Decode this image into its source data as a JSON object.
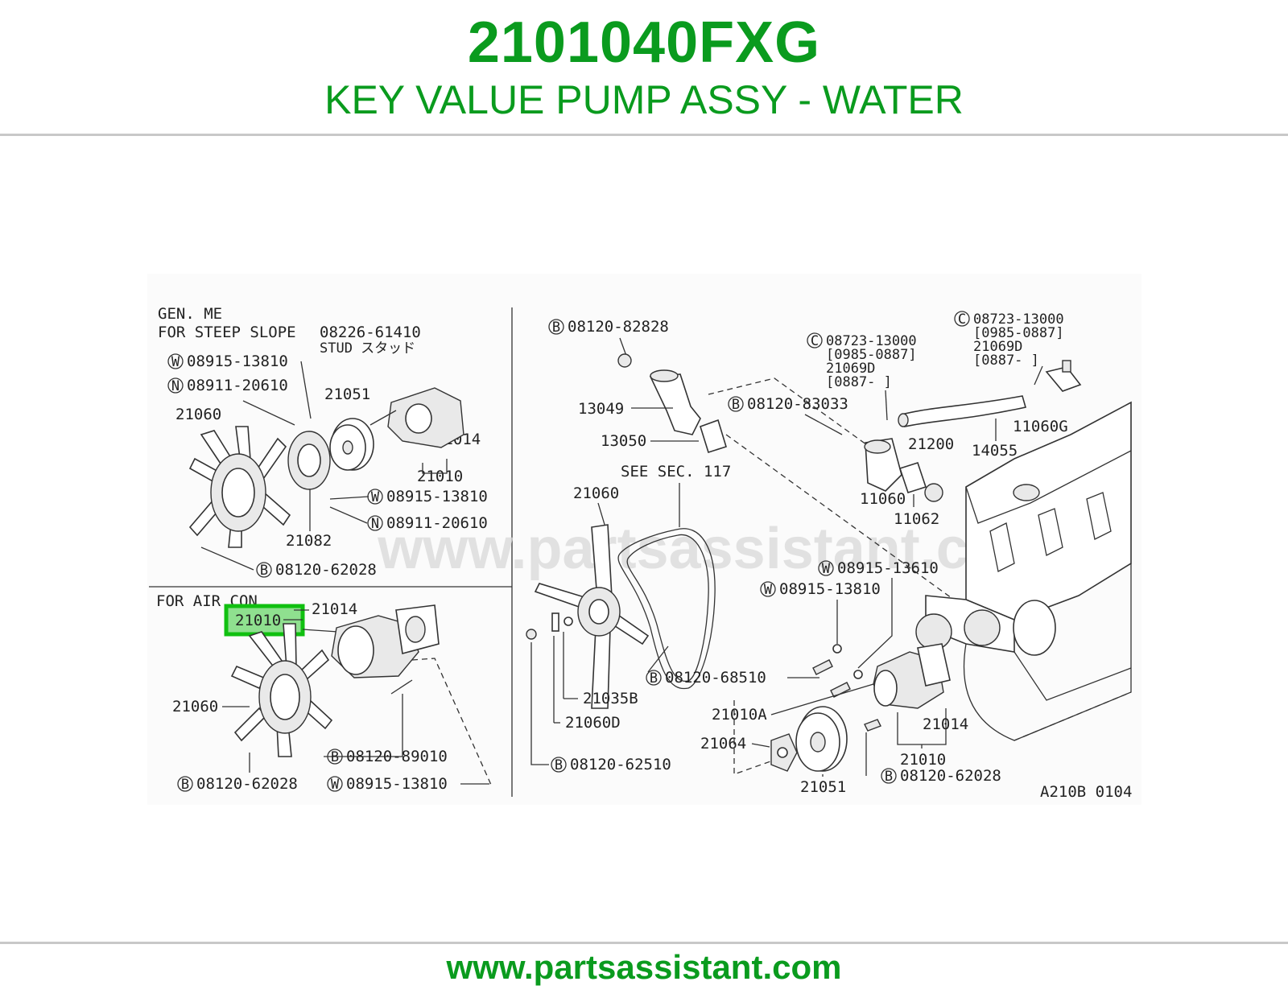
{
  "header": {
    "part_number": "2101040FXG",
    "part_name": "KEY VALUE PUMP ASSY - WATER"
  },
  "footer": {
    "url": "www.partsassistant.com"
  },
  "diagram": {
    "watermark": "www.partsassistant.com",
    "drawing_code": "A210B 0104",
    "highlighted_part": "21010",
    "panel_topleft": {
      "note1": "GEN. ME",
      "note2": "FOR STEEP SLOPE",
      "stud_part": "08226-61410",
      "stud_note": "STUD スタッド",
      "labels": {
        "w_13810_a": "08915-13810",
        "n_20610_a": "08911-20610",
        "p21051": "21051",
        "p21060": "21060",
        "p21014": "21014",
        "p21010": "21010",
        "w_13810_b": "08915-13810",
        "n_20610_b": "08911-20610",
        "p21082": "21082",
        "b_62028": "08120-62028"
      }
    },
    "panel_bottomleft": {
      "note": "FOR AIR CON",
      "labels": {
        "p21014": "21014",
        "p21060": "21060",
        "b_89010": "08120-89010",
        "b_62028": "08120-62028",
        "w_13810": "08915-13810"
      }
    },
    "panel_right": {
      "labels": {
        "b_82828": "08120-82828",
        "c_13000_a": "08723-13000",
        "c_a_range": "[0985-0887]",
        "c_a_21069d": "21069D",
        "c_a_range2": "[0887-      ]",
        "c_13000_b": "08723-13000",
        "c_b_range": "[0985-0887]",
        "c_b_21069d": "21069D",
        "c_b_range2": "[0887-      ]",
        "p13049": "13049",
        "b_83033": "08120-83033",
        "p13050": "13050",
        "p11060g": "11060G",
        "p14055": "14055",
        "p21200": "21200",
        "see_sec": "SEE SEC. 117",
        "p21060": "21060",
        "p11060": "11060",
        "p11062": "11062",
        "w_13610": "08915-13610",
        "w_13810": "08915-13810",
        "b_68510": "08120-68510",
        "p21035b": "21035B",
        "p21010a": "21010A",
        "p21014": "21014",
        "p21060d": "21060D",
        "p21064": "21064",
        "p21010": "21010",
        "b_62510": "08120-62510",
        "b_62028": "08120-62028",
        "p21051": "21051"
      },
      "circle_letters": {
        "bolt": "B",
        "washer": "W",
        "nut": "N",
        "clip": "C"
      }
    }
  }
}
